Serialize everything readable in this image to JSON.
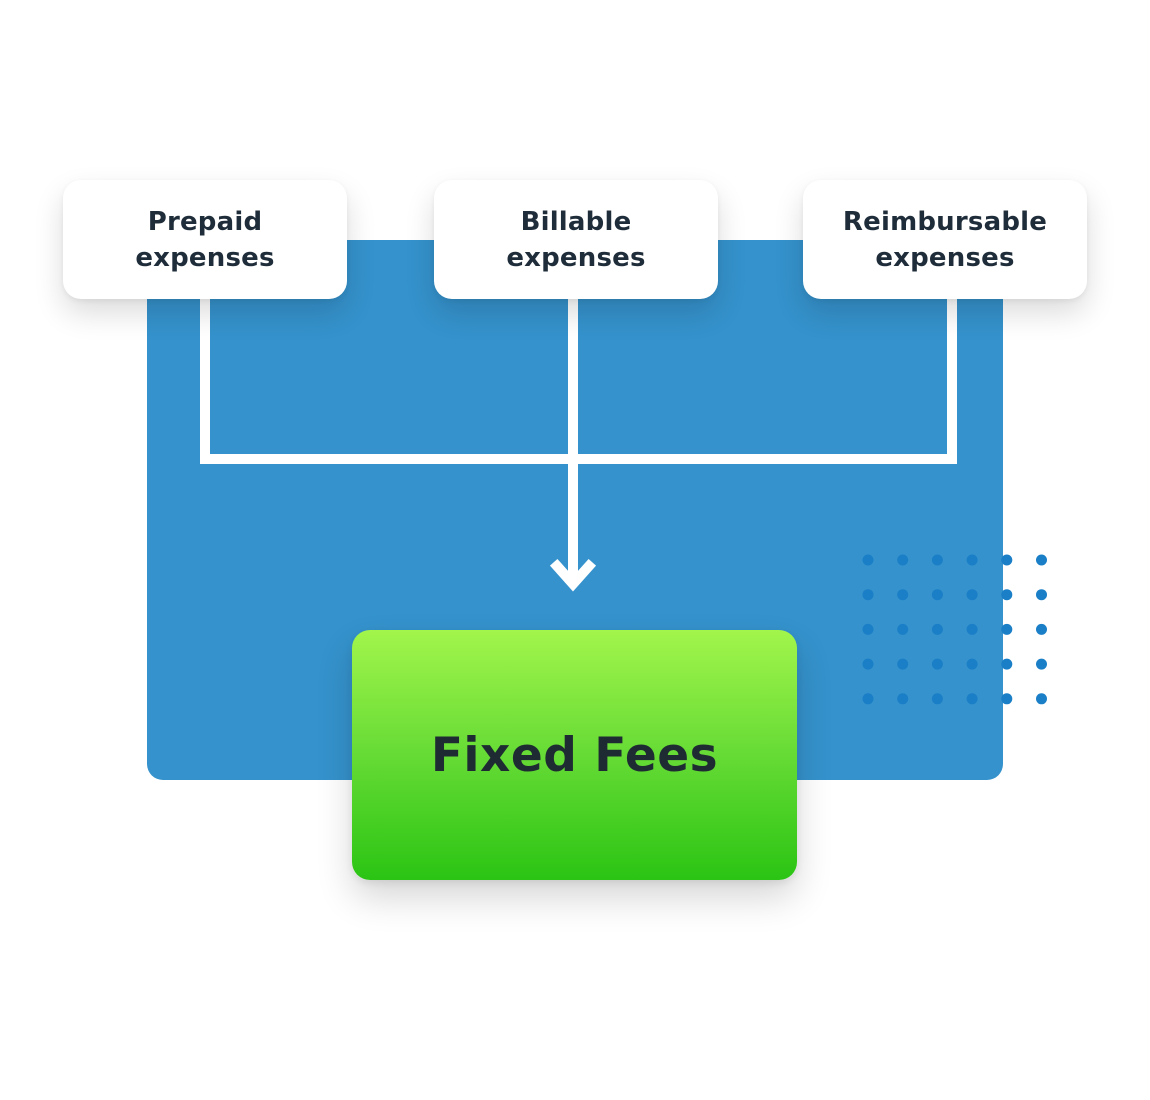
{
  "diagram": {
    "sources": [
      {
        "label": "Prepaid\nexpenses"
      },
      {
        "label": "Billable\nexpenses"
      },
      {
        "label": "Reimbursable\nexpenses"
      }
    ],
    "result": {
      "label": "Fixed Fees"
    }
  },
  "colors": {
    "panel": "#3592cc",
    "connector": "#ffffff",
    "dots": "#1a7fc7",
    "result_top": "#a2f54b",
    "result_bottom": "#2bc414",
    "text": "#1f2d3a"
  },
  "icons": {
    "arrow": "arrow-down-icon",
    "pattern": "dot-grid-icon"
  }
}
